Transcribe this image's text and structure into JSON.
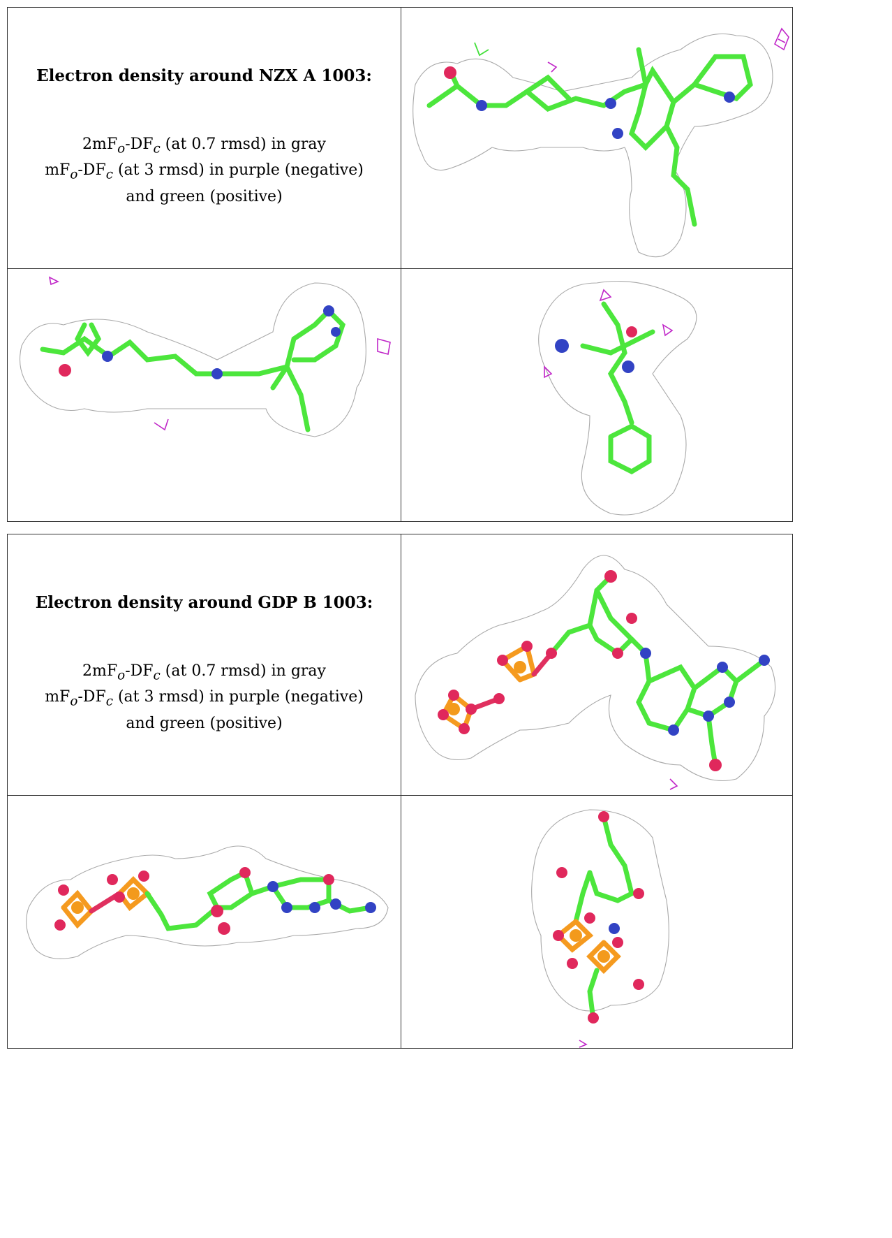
{
  "panels": [
    {
      "title": "Electron density around NZX A 1003:",
      "legend": {
        "line1_pre": "2mF",
        "line1_sub1": "o",
        "line1_mid": "-DF",
        "line1_sub2": "c",
        "line1_post": " (at 0.7 rmsd) in gray",
        "line2_pre": "mF",
        "line2_sub1": "o",
        "line2_mid": "-DF",
        "line2_sub2": "c",
        "line2_post": " (at 3 rmsd) in purple (negative)",
        "line3": "and green (positive)"
      }
    },
    {
      "title": "Electron density around GDP B 1003:",
      "legend": {
        "line1_pre": "2mF",
        "line1_sub1": "o",
        "line1_mid": "-DF",
        "line1_sub2": "c",
        "line1_post": " (at 0.7 rmsd) in gray",
        "line2_pre": "mF",
        "line2_sub1": "o",
        "line2_mid": "-DF",
        "line2_sub2": "c",
        "line2_post": " (at 3 rmsd) in purple (negative)",
        "line3": "and green (positive)"
      }
    }
  ],
  "colors": {
    "density_mesh": "#a9a9a9",
    "carbon": "#4ce63c",
    "nitrogen": "#3243c4",
    "oxygen": "#e0285c",
    "phosphorus": "#f39a1c",
    "diff_negative": "#c026c8",
    "diff_positive": "#43e03a"
  }
}
